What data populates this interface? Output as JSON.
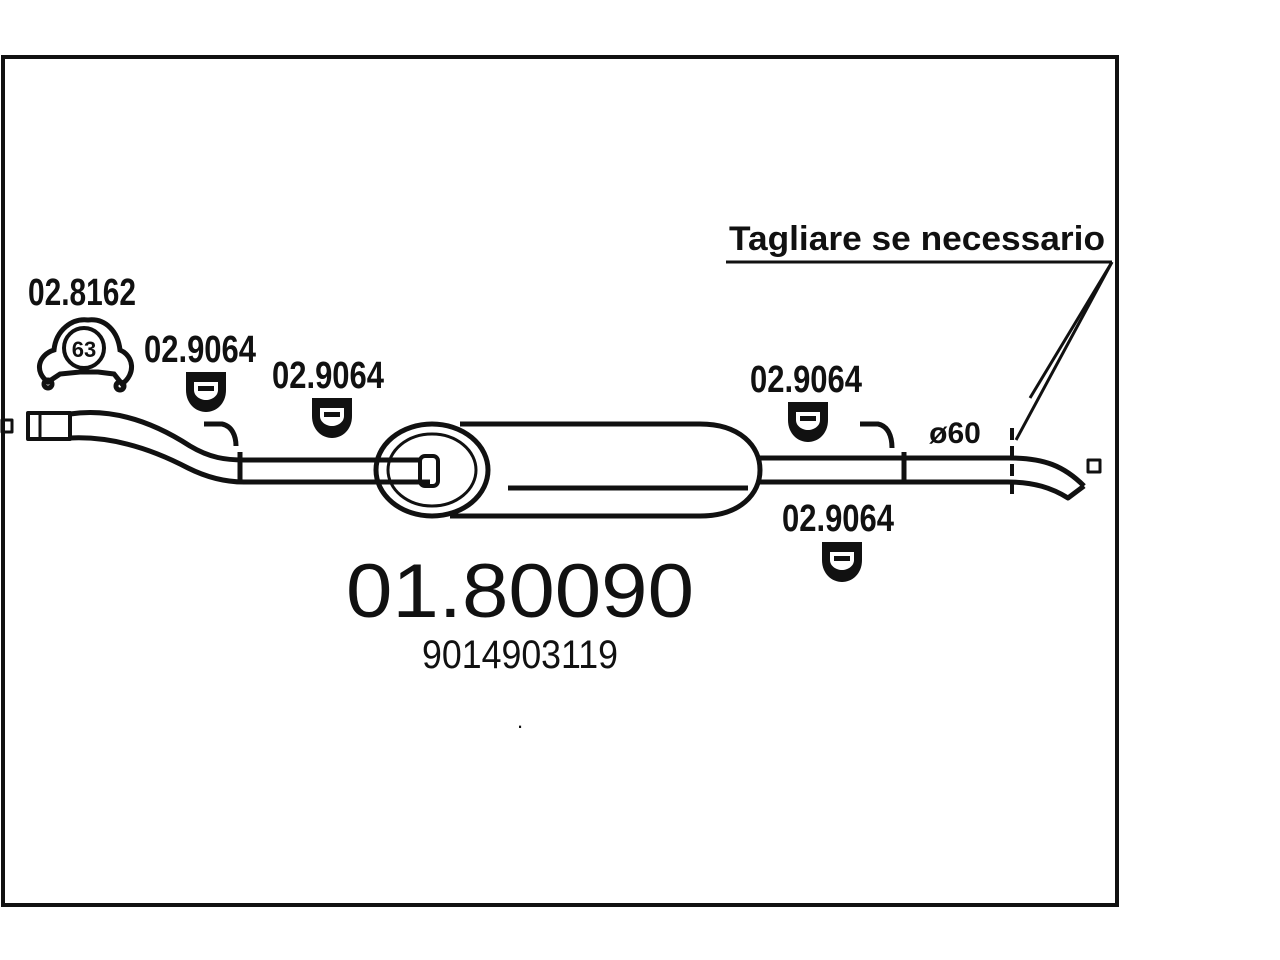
{
  "diagram": {
    "part_number": "01.80090",
    "oem_number": "9014903119",
    "cut_note": "Tagliare se necessario",
    "diameter_label": "ø60",
    "clamp": {
      "code": "02.8162",
      "size_label": "63"
    },
    "hangers": [
      {
        "code": "02.9064"
      },
      {
        "code": "02.9064"
      },
      {
        "code": "02.9064"
      },
      {
        "code": "02.9064"
      }
    ],
    "dot": "."
  }
}
